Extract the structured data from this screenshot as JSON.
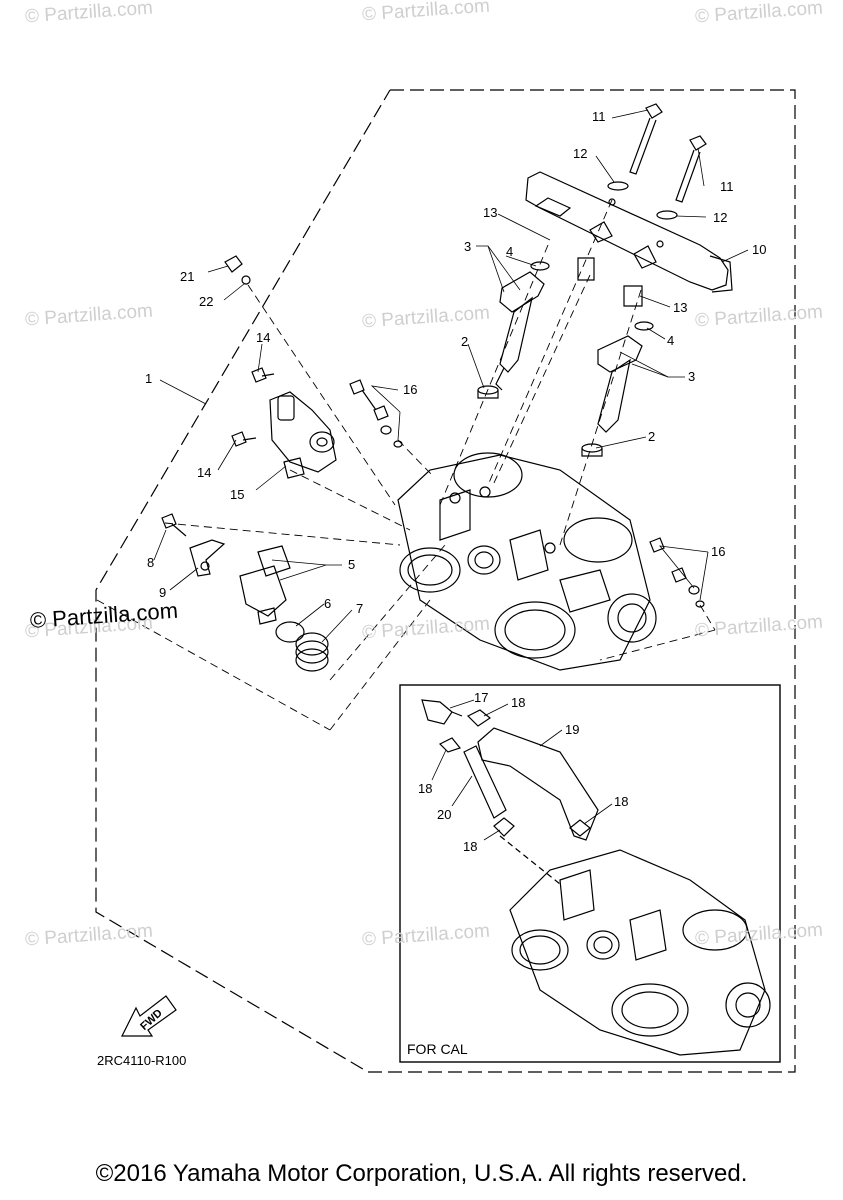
{
  "watermarks": [
    "© Partzilla.com",
    "© Partzilla.com",
    "© Partzilla.com",
    "© Partzilla.com",
    "© Partzilla.com",
    "© Partzilla.com",
    "© Partzilla.com",
    "© Partzilla.com",
    "© Partzilla.com",
    "© Partzilla.com",
    "© Partzilla.com",
    "© Partzilla.com"
  ],
  "brand_mark": "© Partzilla.com",
  "callouts": [
    "1",
    "2",
    "2",
    "3",
    "3",
    "4",
    "4",
    "5",
    "6",
    "7",
    "8",
    "9",
    "10",
    "11",
    "11",
    "12",
    "12",
    "13",
    "13",
    "14",
    "14",
    "15",
    "16",
    "16",
    "17",
    "18",
    "18",
    "18",
    "18",
    "19",
    "20",
    "21",
    "22"
  ],
  "fwd_label": "FWD",
  "diagram_code": "2RC4110-R100",
  "inset_label": "FOR CAL",
  "copyright": "©2016 Yamaha Motor Corporation, U.S.A. All rights reserved."
}
